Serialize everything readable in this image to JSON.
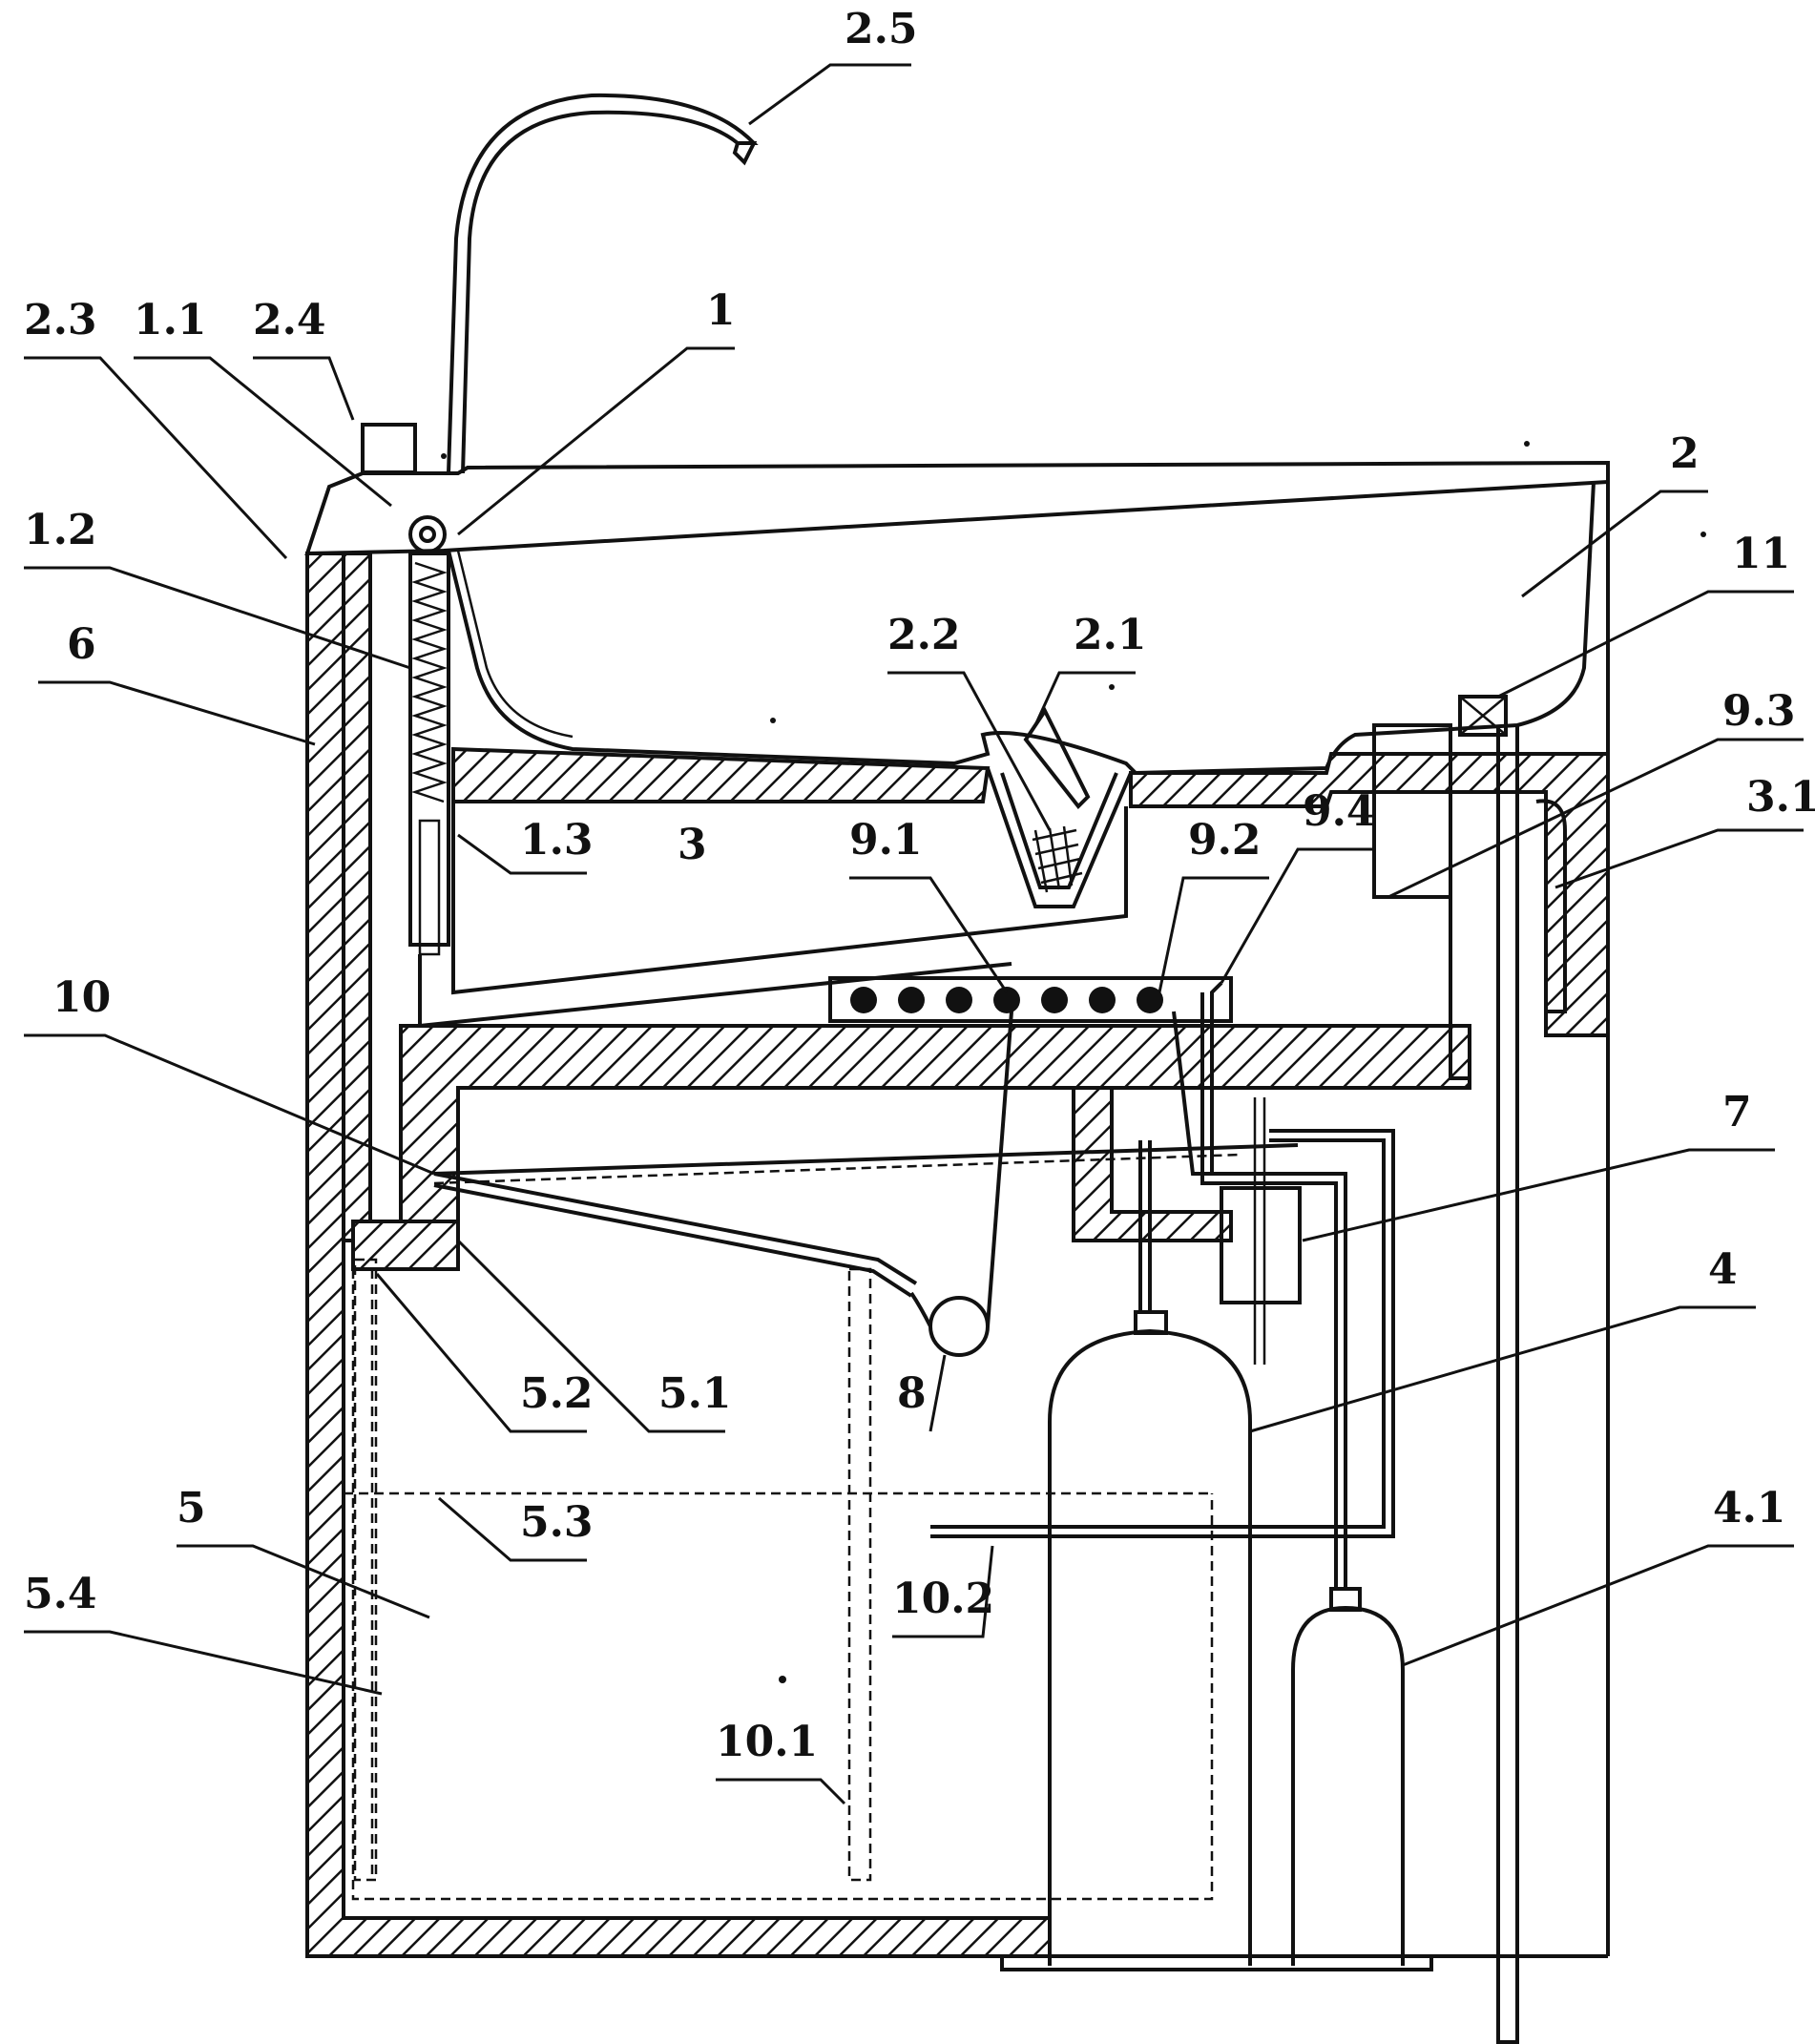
{
  "labels": {
    "l_2_5": "2.5",
    "l_2_3": "2.3",
    "l_1_1": "1.1",
    "l_2_4": "2.4",
    "l_1": "1",
    "l_2": "2",
    "l_11": "11",
    "l_1_2": "1.2",
    "l_6": "6",
    "l_2_2": "2.2",
    "l_2_1": "2.1",
    "l_9_3": "9.3",
    "l_3_1": "3.1",
    "l_1_3": "1.3",
    "l_3": "3",
    "l_9_1": "9.1",
    "l_9_2": "9.2",
    "l_9_4": "9.4",
    "l_10": "10",
    "l_7": "7",
    "l_4": "4",
    "l_5_2": "5.2",
    "l_5_1": "5.1",
    "l_8": "8",
    "l_5": "5",
    "l_5_3": "5.3",
    "l_4_1": "4.1",
    "l_5_4": "5.4",
    "l_10_2": "10.2",
    "l_10_1": "10.1"
  },
  "colors": {
    "ink": "#111111",
    "background": "#ffffff"
  }
}
